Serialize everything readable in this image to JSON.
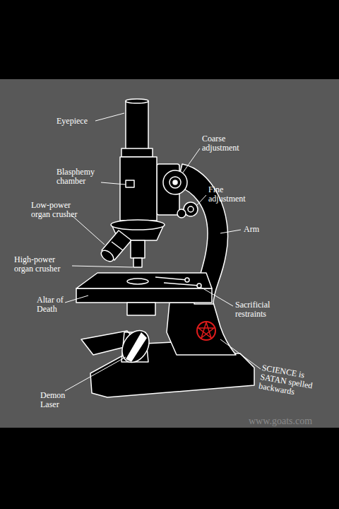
{
  "diagram": {
    "labels": [
      "Eyepiece",
      "Coarse adjustment",
      "Blasphemy chamber",
      "Fine adjustment",
      "Low-power organ crusher",
      "Arm",
      "High-power organ crusher",
      "Altar of Death",
      "Sacrificial restraints",
      "SCIENCE is SATAN spelled backwards",
      "Demon Laser",
      "www.goats.com"
    ]
  }
}
